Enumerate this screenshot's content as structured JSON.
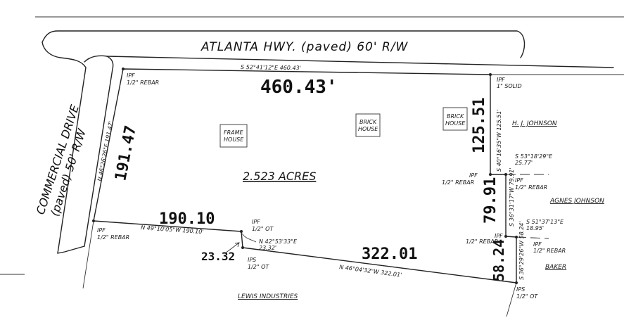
{
  "roads": {
    "atlanta": "ATLANTA HWY. (paved) 60' R/W",
    "commercial_line1": "COMMERCIAL DRIVE",
    "commercial_line2": "(paved) 50' R/W"
  },
  "tract": {
    "area": "2.523 ACRES"
  },
  "buildings": {
    "frame_house_line1": "FRAME",
    "frame_house_line2": "HOUSE",
    "brick_house_1_line1": "BRICK",
    "brick_house_1_line2": "HOUSE",
    "brick_house_2_line1": "BRICK",
    "brick_house_2_line2": "HOUSE"
  },
  "bearings": {
    "north": "S 52°41'12\"E 460.43'",
    "west": "N 46°26'26\"E 191.47'",
    "east_top": "S 40°16'35\"W 125.51'",
    "jog_1": "S 53°18'29\"E",
    "jog_1_dist": "25.77'",
    "east_mid": "S 36°31'17\"W 79.91'",
    "jog_2": "S 51°37'13\"E",
    "jog_2_dist": "18.95'",
    "east_bottom": "S 36°29'26\"W 58.24'",
    "south_west": "N 49°10'05\"W 190.10'",
    "small_jog": "N 42°53'33\"E",
    "small_jog_dist": "23.32'",
    "south_east": "N 46°04'32\"W 322.01'"
  },
  "handwritten": {
    "north": "460.43'",
    "west": "191.47",
    "east_top": "125.51",
    "east_mid": "79.91",
    "east_bottom": "58.24",
    "south_west": "190.10",
    "small_jog": "23.32",
    "south_east": "322.01"
  },
  "pins": {
    "nw_1": "IPF",
    "nw_2": "1/2\" REBAR",
    "ne_1": "IPF",
    "ne_2": "1\" SOLID",
    "jog1a_1": "IPF",
    "jog1a_2": "1/2\" REBAR",
    "jog1b_1": "IPF",
    "jog1b_2": "1/2\" REBAR",
    "jog2a_1": "IPF",
    "jog2a_2": "1/2\" REBAR",
    "jog2b_1": "IPF",
    "jog2b_2": "1/2\" REBAR",
    "sw_1": "IPF",
    "sw_2": "1/2\" REBAR",
    "mid_1": "IPF",
    "mid_2": "1/2\" OT",
    "ips_mid_1": "IPS",
    "ips_mid_2": "1/2\" OT",
    "ips_se_1": "IPS",
    "ips_se_2": "1/2\" OT"
  },
  "neighbors": {
    "hj_johnson": "H. J. JOHNSON",
    "agnes_johnson": "AGNES JOHNSON",
    "baker": "BAKER",
    "lewis": "LEWIS INDUSTRIES"
  }
}
